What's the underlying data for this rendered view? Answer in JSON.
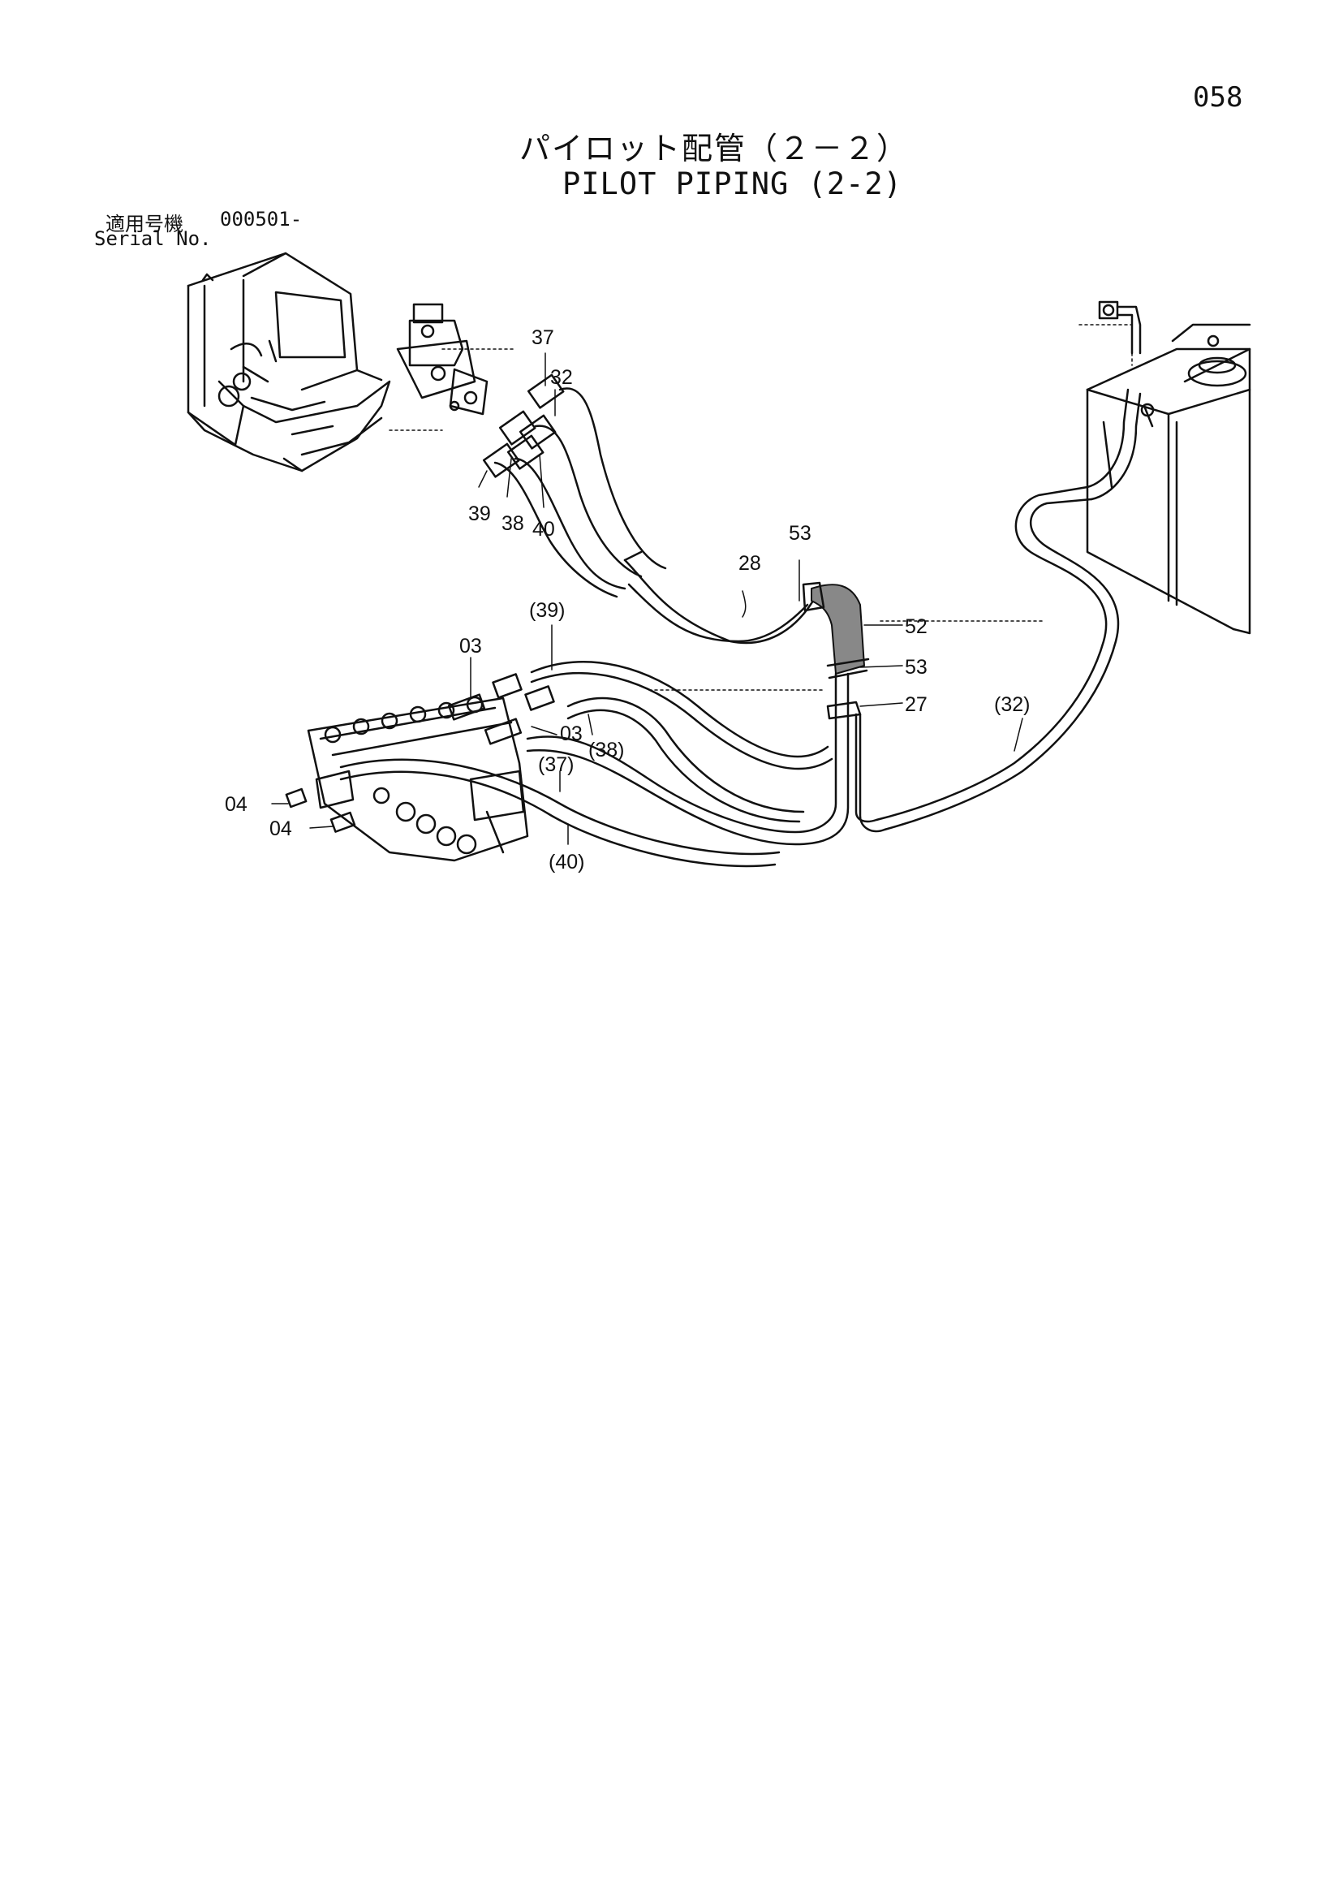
{
  "page_number": "058",
  "title_jp": "パイロット配管（２－２）",
  "title_en": "PILOT PIPING (2-2)",
  "serial": {
    "label_jp": "適用号機",
    "label_en": "Serial No.",
    "value": "000501-"
  },
  "callouts": [
    "37",
    "32",
    "39",
    "38",
    "40",
    "53",
    "28",
    "52",
    "53",
    "27",
    "(32)",
    "(39)",
    "03",
    "03",
    "(38)",
    "(37)",
    "04",
    "04",
    "(40)"
  ]
}
